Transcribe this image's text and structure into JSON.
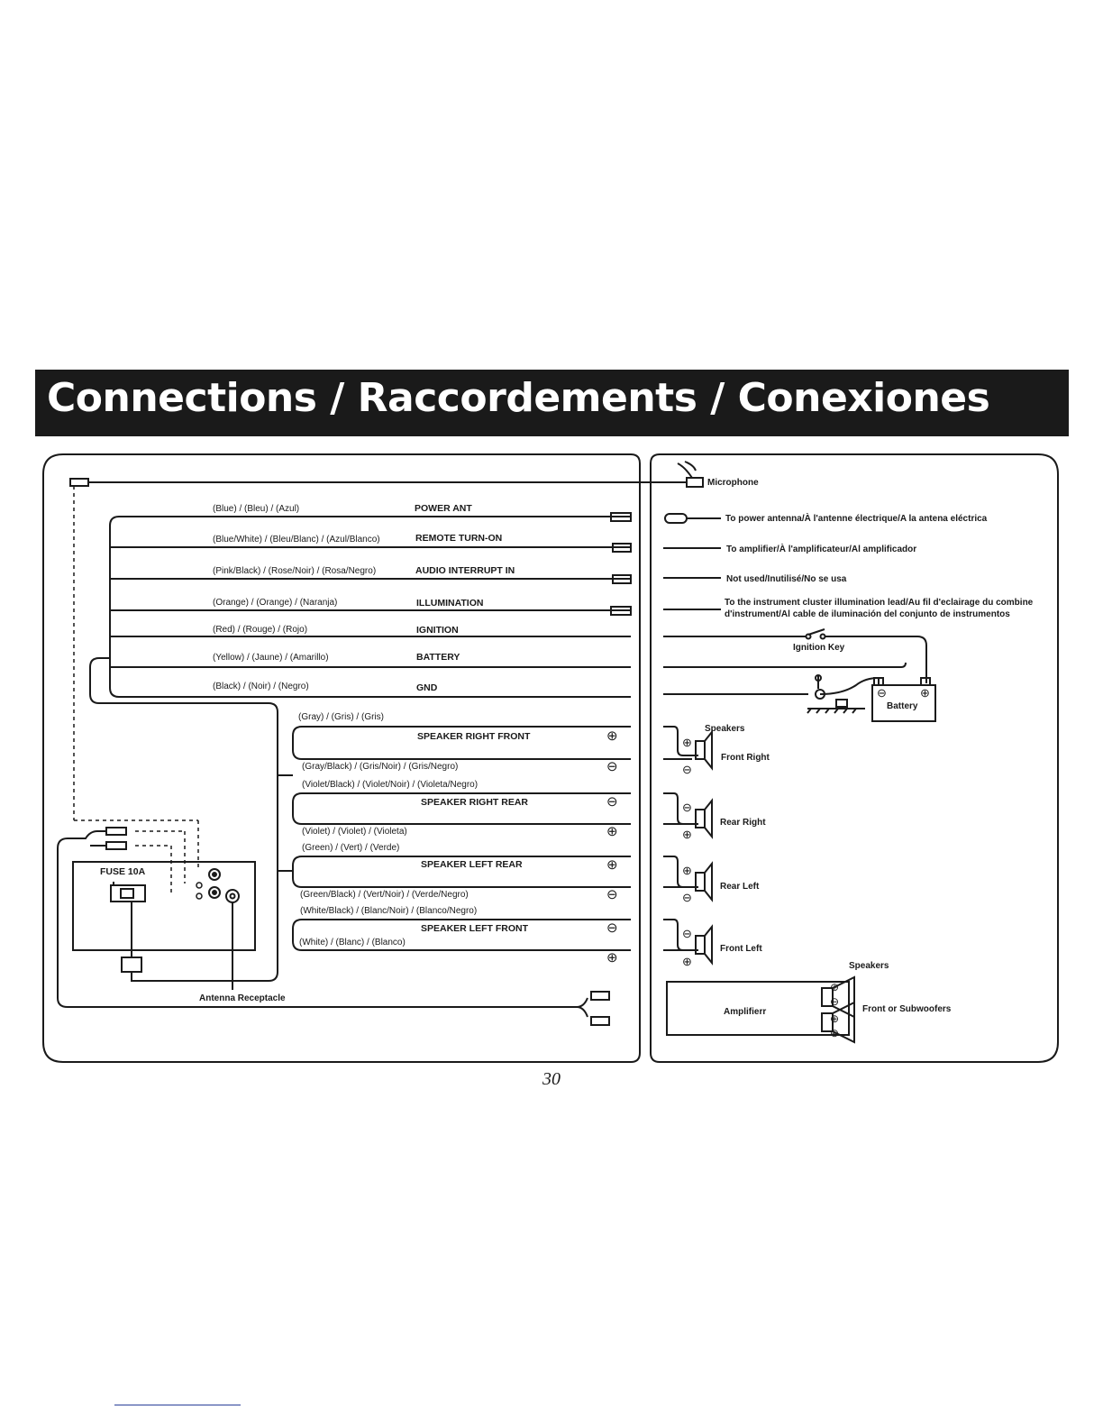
{
  "page": {
    "title": "Connections / Raccordements / Conexiones",
    "page_number": "30"
  },
  "colors": {
    "ink": "#1a1a1a",
    "title_bar": "#1a1a1a",
    "title_text": "#ffffff",
    "footnote_rule": "#2a3f9a"
  },
  "harness": [
    {
      "colors": "(Blue) / (Bleu) / (Azul)",
      "function": "POWER ANT",
      "connector": "bullet"
    },
    {
      "colors": "(Blue/White) / (Bleu/Blanc) / (Azul/Blanco)",
      "function": "REMOTE TURN-ON",
      "connector": "plug"
    },
    {
      "colors": "(Pink/Black) / (Rose/Noir) / (Rosa/Negro)",
      "function": "AUDIO INTERRUPT IN",
      "connector": "plug"
    },
    {
      "colors": "(Orange) / (Orange) / (Naranja)",
      "function": "ILLUMINATION",
      "connector": "plug"
    },
    {
      "colors": "(Red) / (Rouge) / (Rojo)",
      "function": "IGNITION",
      "connector": "none"
    },
    {
      "colors": "(Yellow) / (Jaune) / (Amarillo)",
      "function": "BATTERY",
      "connector": "none"
    },
    {
      "colors": "(Black) / (Noir) / (Negro)",
      "function": "GND",
      "connector": "none"
    }
  ],
  "speaker_pairs": [
    {
      "function": "SPEAKER RIGHT FRONT",
      "top_wire": "(Gray) / (Gris) / (Gris)",
      "bottom_wire": "(Gray/Black) / (Gris/Noir) / (Gris/Negro)",
      "top_sign": "⊕",
      "bottom_sign": "⊖"
    },
    {
      "function": "SPEAKER RIGHT REAR",
      "top_wire": "(Violet/Black) / (Violet/Noir) / (Violeta/Negro)",
      "bottom_wire": "(Violet) / (Violet) / (Violeta)",
      "top_sign": "⊖",
      "bottom_sign": "⊕"
    },
    {
      "function": "SPEAKER LEFT REAR",
      "top_wire": "(Green) / (Vert) / (Verde)",
      "bottom_wire": "(Green/Black) / (Vert/Noir) / (Verde/Negro)",
      "top_sign": "⊕",
      "bottom_sign": "⊖"
    },
    {
      "function": "SPEAKER LEFT FRONT",
      "top_wire": "(White/Black) / (Blanc/Noir) / (Blanco/Negro)",
      "bottom_wire": "(White) / (Blanc) / (Blanco)",
      "top_sign": "⊖",
      "bottom_sign": "⊕"
    }
  ],
  "unit": {
    "fuse_label": "FUSE 10A",
    "antenna_label": "Antenna Receptacle"
  },
  "right_panel": {
    "microphone": "Microphone",
    "power_antenna": "To power antenna/À l'antenne électrique/A la antena eléctrica",
    "amplifier_line": "To amplifier/À l'amplificateur/Al amplificador",
    "not_used": "Not used/Inutilisé/No se usa",
    "illumination_line1": "To the instrument cluster illumination lead/Au fil d'eclairage du combine",
    "illumination_line2": "d'instrument/Al cable de iluminación del conjunto de instrumentos",
    "ignition_key": "Ignition Key",
    "battery": "Battery",
    "speakers_heading_top": "Speakers",
    "front_right": "Front Right",
    "rear_right": "Rear Right",
    "rear_left": "Rear Left",
    "front_left": "Front Left",
    "speakers_heading_bottom": "Speakers",
    "amplifier_box": "Amplifierr",
    "subwoofers": "Front or Subwoofers"
  },
  "symbols": {
    "plus": "⊕",
    "minus": "⊖"
  }
}
